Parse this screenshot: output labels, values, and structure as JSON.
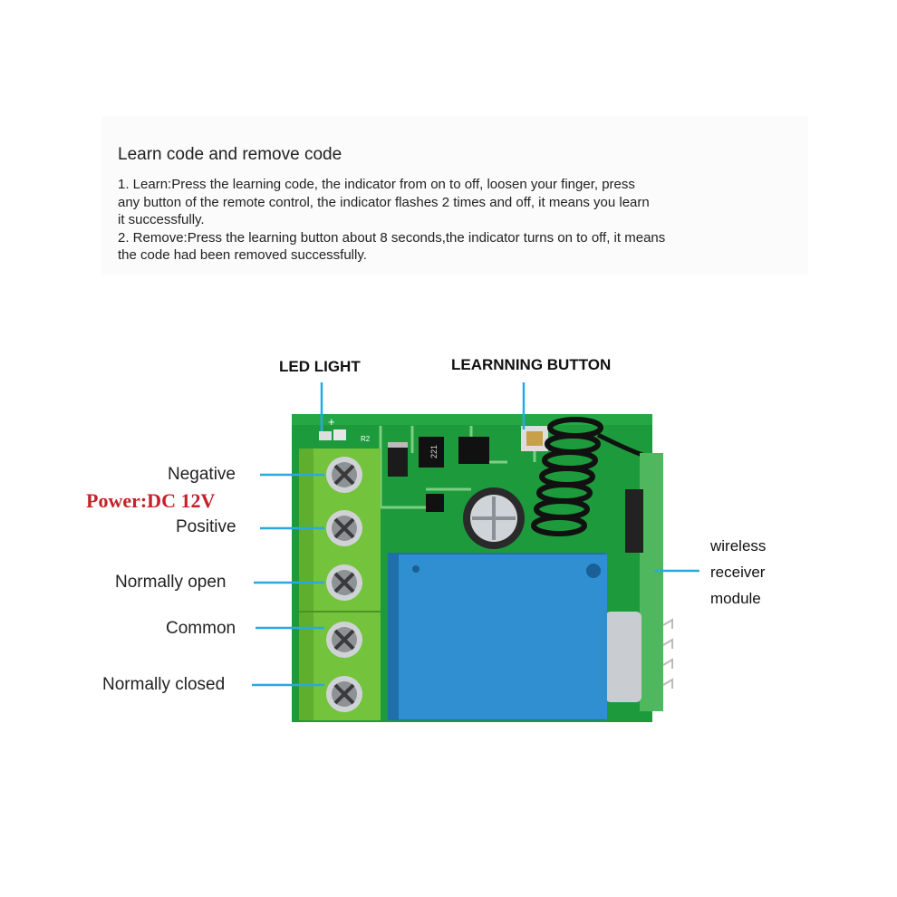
{
  "instructions": {
    "title": "Learn code and remove code",
    "line1": "1. Learn:Press the learning code, the indicator from on to off, loosen your finger, press",
    "line2": "any button of the remote control, the indicator flashes 2 times and off, it means you learn",
    "line3": "it successfully.",
    "line4": "2. Remove:Press the learning button about 8 seconds,the indicator turns on to off, it means",
    "line5": "the code had been removed successfully."
  },
  "labels": {
    "led_light": "LED LIGHT",
    "learning_button": "LEARNNING BUTTON",
    "negative": "Negative",
    "power": "Power:DC 12V",
    "positive": "Positive",
    "normally_open": "Normally open",
    "common": "Common",
    "normally_closed": "Normally closed",
    "wireless_1": "wireless",
    "wireless_2": "receiver",
    "wireless_3": "module"
  },
  "board_marks": {
    "r2": "R2",
    "c221": "221",
    "plus": "+"
  },
  "colors": {
    "pcb": "#1d9a3c",
    "terminal": "#74c33c",
    "relay": "#2f8fd0",
    "leader": "#2aa8e0",
    "power_text": "#c8202a"
  }
}
